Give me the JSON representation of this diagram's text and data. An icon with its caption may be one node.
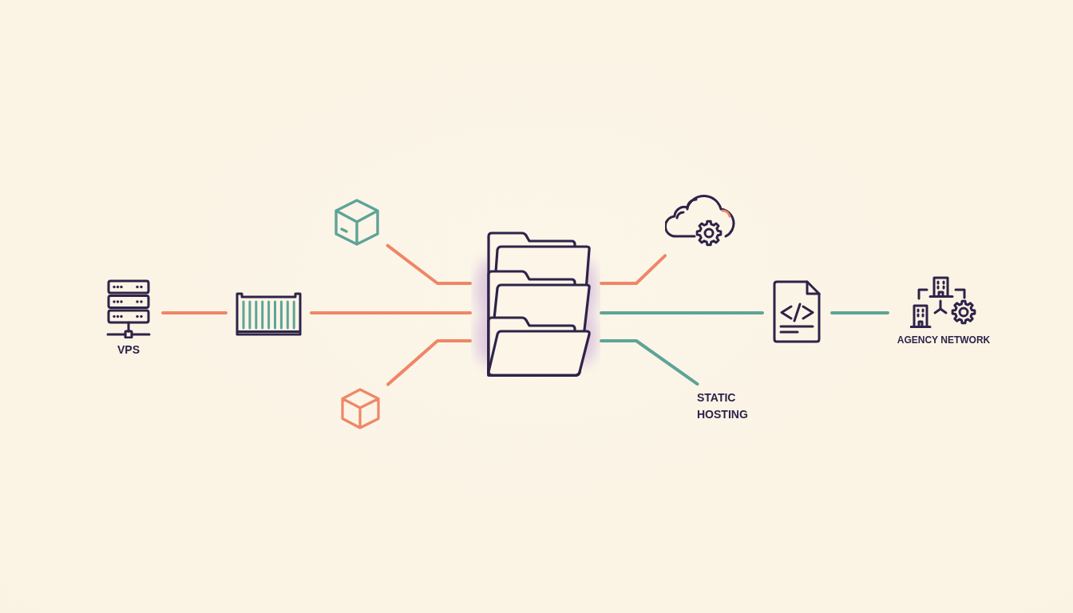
{
  "diagram": {
    "nodes": [
      {
        "text": [
          "VPS"
        ]
      },
      {
        "text": [],
        "shape": "picture"
      },
      {
        "text": [],
        "shape": "picture"
      },
      {
        "text": [],
        "shape": "picture"
      },
      {
        "text": [],
        "shape": "picture"
      },
      {
        "text": [],
        "shape": "picture"
      },
      {
        "text": [],
        "shape": "picture"
      },
      {
        "text": [
          "AGENCY NETWORK"
        ]
      },
      {
        "text": [
          "STATIC HOSTING"
        ]
      }
    ],
    "edges": [
      {
        "from": 0,
        "to": 1,
        "arrow": "none"
      },
      {
        "from": 1,
        "to": 4,
        "arrow": "none"
      },
      {
        "from": 2,
        "to": 4,
        "arrow": "none"
      },
      {
        "from": 3,
        "to": 4,
        "arrow": "none"
      },
      {
        "from": 4,
        "to": 5,
        "arrow": "none"
      },
      {
        "from": 4,
        "to": 6,
        "arrow": "none",
        "color": "#5ea497"
      },
      {
        "from": 4,
        "to": 8,
        "arrow": "none",
        "color": "#5ea497"
      },
      {
        "from": 6,
        "to": 7,
        "arrow": "none",
        "color": "#5ea497"
      }
    ]
  }
}
